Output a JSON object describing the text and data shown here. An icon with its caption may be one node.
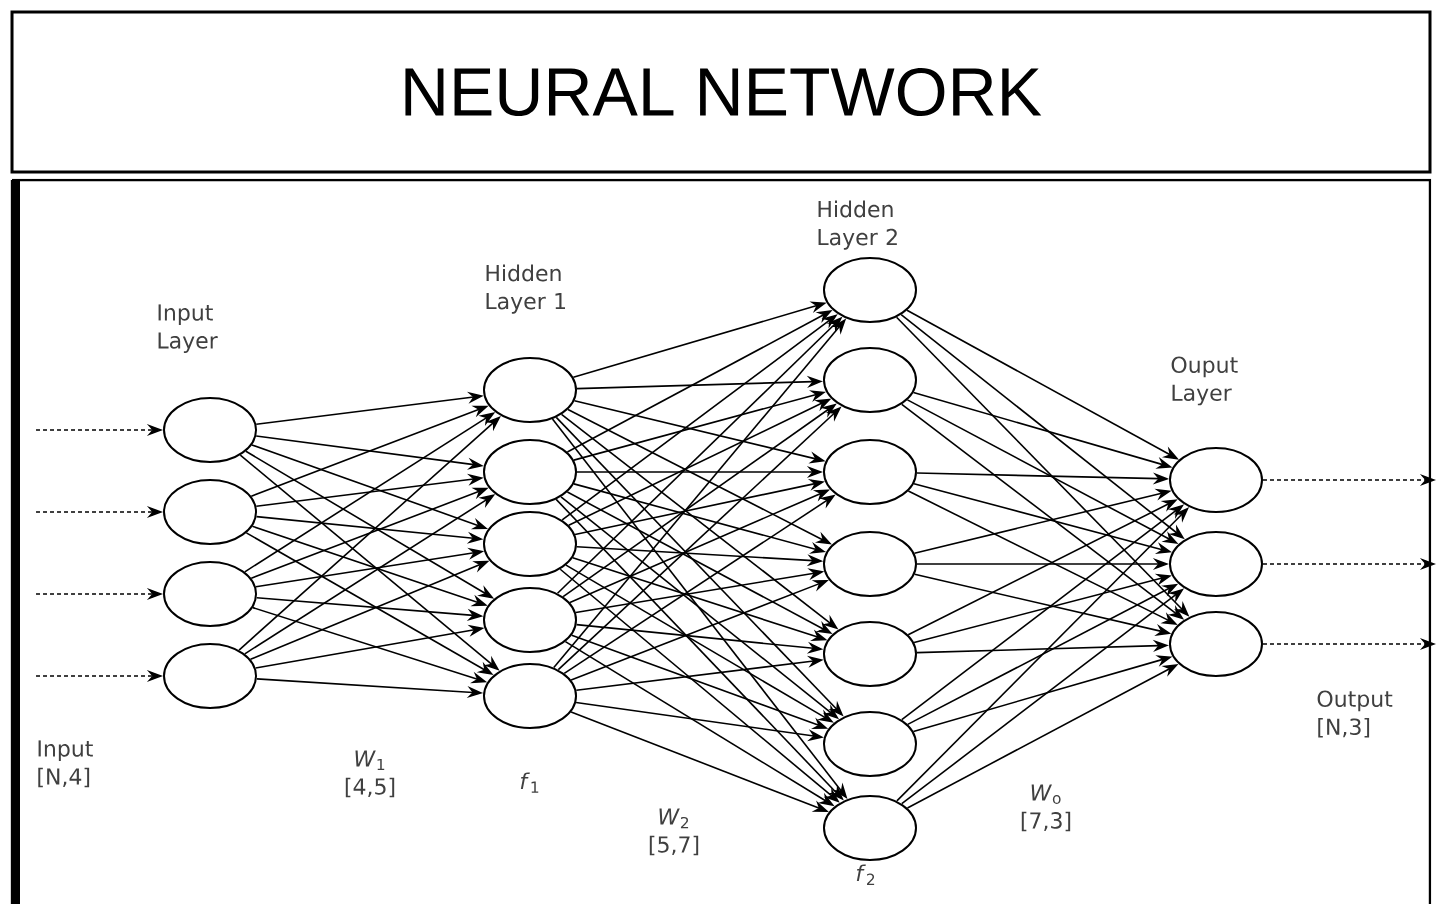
{
  "diagram": {
    "title": "NEURAL NETWORK",
    "nodes": [
      {
        "text": [],
        "shape": "circle"
      },
      {
        "text": [],
        "shape": "circle"
      },
      {
        "text": [],
        "shape": "circle"
      },
      {
        "text": [],
        "shape": "circle"
      },
      {
        "text": [],
        "shape": "circle"
      },
      {
        "text": [],
        "shape": "circle"
      },
      {
        "text": [],
        "shape": "circle"
      },
      {
        "text": [],
        "shape": "circle"
      },
      {
        "text": [],
        "shape": "circle"
      },
      {
        "text": [],
        "shape": "circle"
      },
      {
        "text": [],
        "shape": "circle"
      },
      {
        "text": [],
        "shape": "circle"
      },
      {
        "text": [],
        "shape": "circle"
      },
      {
        "text": [],
        "shape": "circle"
      },
      {
        "text": [],
        "shape": "circle"
      },
      {
        "text": [],
        "shape": "circle"
      },
      {
        "text": [],
        "shape": "circle"
      },
      {
        "text": [],
        "shape": "circle"
      },
      {
        "text": [],
        "shape": "circle"
      }
    ],
    "edges": [
      {
        "from": null,
        "to": 0,
        "arrow": "to",
        "style": "dashed"
      },
      {
        "from": null,
        "to": 1,
        "arrow": "to",
        "style": "dashed"
      },
      {
        "from": null,
        "to": 2,
        "arrow": "to",
        "style": "dashed"
      },
      {
        "from": null,
        "to": 3,
        "arrow": "to",
        "style": "dashed"
      },
      {
        "from": 0,
        "to": 4,
        "arrow": "to"
      },
      {
        "from": 0,
        "to": 5,
        "arrow": "to"
      },
      {
        "from": 0,
        "to": 6,
        "arrow": "to"
      },
      {
        "from": 0,
        "to": 7,
        "arrow": "to"
      },
      {
        "from": 0,
        "to": 8,
        "arrow": "to"
      },
      {
        "from": 1,
        "to": 4,
        "arrow": "to"
      },
      {
        "from": 1,
        "to": 5,
        "arrow": "to"
      },
      {
        "from": 1,
        "to": 6,
        "arrow": "to"
      },
      {
        "from": 1,
        "to": 7,
        "arrow": "to"
      },
      {
        "from": 1,
        "to": 8,
        "arrow": "to"
      },
      {
        "from": 2,
        "to": 4,
        "arrow": "to"
      },
      {
        "from": 2,
        "to": 5,
        "arrow": "to"
      },
      {
        "from": 2,
        "to": 6,
        "arrow": "to"
      },
      {
        "from": 2,
        "to": 7,
        "arrow": "to"
      },
      {
        "from": 2,
        "to": 8,
        "arrow": "to"
      },
      {
        "from": 3,
        "to": 4,
        "arrow": "to"
      },
      {
        "from": 3,
        "to": 5,
        "arrow": "to"
      },
      {
        "from": 3,
        "to": 6,
        "arrow": "to"
      },
      {
        "from": 3,
        "to": 7,
        "arrow": "to"
      },
      {
        "from": 3,
        "to": 8,
        "arrow": "to"
      },
      {
        "from": 4,
        "to": 9,
        "arrow": "to"
      },
      {
        "from": 4,
        "to": 10,
        "arrow": "to"
      },
      {
        "from": 4,
        "to": 11,
        "arrow": "to"
      },
      {
        "from": 4,
        "to": 12,
        "arrow": "to"
      },
      {
        "from": 4,
        "to": 13,
        "arrow": "to"
      },
      {
        "from": 4,
        "to": 14,
        "arrow": "to"
      },
      {
        "from": 4,
        "to": 15,
        "arrow": "to"
      },
      {
        "from": 5,
        "to": 9,
        "arrow": "to"
      },
      {
        "from": 5,
        "to": 10,
        "arrow": "to"
      },
      {
        "from": 5,
        "to": 11,
        "arrow": "to"
      },
      {
        "from": 5,
        "to": 12,
        "arrow": "to"
      },
      {
        "from": 5,
        "to": 13,
        "arrow": "to"
      },
      {
        "from": 5,
        "to": 14,
        "arrow": "to"
      },
      {
        "from": 5,
        "to": 15,
        "arrow": "to"
      },
      {
        "from": 6,
        "to": 9,
        "arrow": "to"
      },
      {
        "from": 6,
        "to": 10,
        "arrow": "to"
      },
      {
        "from": 6,
        "to": 11,
        "arrow": "to"
      },
      {
        "from": 6,
        "to": 12,
        "arrow": "to"
      },
      {
        "from": 6,
        "to": 13,
        "arrow": "to"
      },
      {
        "from": 6,
        "to": 14,
        "arrow": "to"
      },
      {
        "from": 6,
        "to": 15,
        "arrow": "to"
      },
      {
        "from": 7,
        "to": 9,
        "arrow": "to"
      },
      {
        "from": 7,
        "to": 10,
        "arrow": "to"
      },
      {
        "from": 7,
        "to": 11,
        "arrow": "to"
      },
      {
        "from": 7,
        "to": 12,
        "arrow": "to"
      },
      {
        "from": 7,
        "to": 13,
        "arrow": "to"
      },
      {
        "from": 7,
        "to": 14,
        "arrow": "to"
      },
      {
        "from": 7,
        "to": 15,
        "arrow": "to"
      },
      {
        "from": 8,
        "to": 9,
        "arrow": "to"
      },
      {
        "from": 8,
        "to": 10,
        "arrow": "to"
      },
      {
        "from": 8,
        "to": 11,
        "arrow": "to"
      },
      {
        "from": 8,
        "to": 12,
        "arrow": "to"
      },
      {
        "from": 8,
        "to": 13,
        "arrow": "to"
      },
      {
        "from": 8,
        "to": 14,
        "arrow": "to"
      },
      {
        "from": 8,
        "to": 15,
        "arrow": "to"
      },
      {
        "from": 9,
        "to": 16,
        "arrow": "to"
      },
      {
        "from": 9,
        "to": 17,
        "arrow": "to"
      },
      {
        "from": 9,
        "to": 18,
        "arrow": "to"
      },
      {
        "from": 10,
        "to": 16,
        "arrow": "to"
      },
      {
        "from": 10,
        "to": 17,
        "arrow": "to"
      },
      {
        "from": 10,
        "to": 18,
        "arrow": "to"
      },
      {
        "from": 11,
        "to": 16,
        "arrow": "to"
      },
      {
        "from": 11,
        "to": 17,
        "arrow": "to"
      },
      {
        "from": 11,
        "to": 18,
        "arrow": "to"
      },
      {
        "from": 12,
        "to": 16,
        "arrow": "to"
      },
      {
        "from": 12,
        "to": 17,
        "arrow": "to"
      },
      {
        "from": 12,
        "to": 18,
        "arrow": "to"
      },
      {
        "from": 13,
        "to": 16,
        "arrow": "to"
      },
      {
        "from": 13,
        "to": 17,
        "arrow": "to"
      },
      {
        "from": 13,
        "to": 18,
        "arrow": "to"
      },
      {
        "from": 14,
        "to": 16,
        "arrow": "to"
      },
      {
        "from": 14,
        "to": 17,
        "arrow": "to"
      },
      {
        "from": 14,
        "to": 18,
        "arrow": "to"
      },
      {
        "from": 15,
        "to": 16,
        "arrow": "to"
      },
      {
        "from": 15,
        "to": 17,
        "arrow": "to"
      },
      {
        "from": 15,
        "to": 18,
        "arrow": "to"
      },
      {
        "from": 16,
        "to": null,
        "arrow": "to",
        "style": "dashed"
      },
      {
        "from": 17,
        "to": null,
        "arrow": "to",
        "style": "dashed"
      },
      {
        "from": 18,
        "to": null,
        "arrow": "to",
        "style": "dashed"
      }
    ],
    "labels": [
      "Hidden Layer 2",
      "Hidden Layer 1",
      "Input Layer",
      "Ouput Layer",
      "Output [N,3]",
      "Input [N,4]",
      "*W*$_{1}$ [4,5]",
      "*f*$_{1}$",
      "*W*$_{o}$ [7,3]",
      "*W*$_{2}$ [5,7]",
      "*f*$_{2}$"
    ]
  }
}
